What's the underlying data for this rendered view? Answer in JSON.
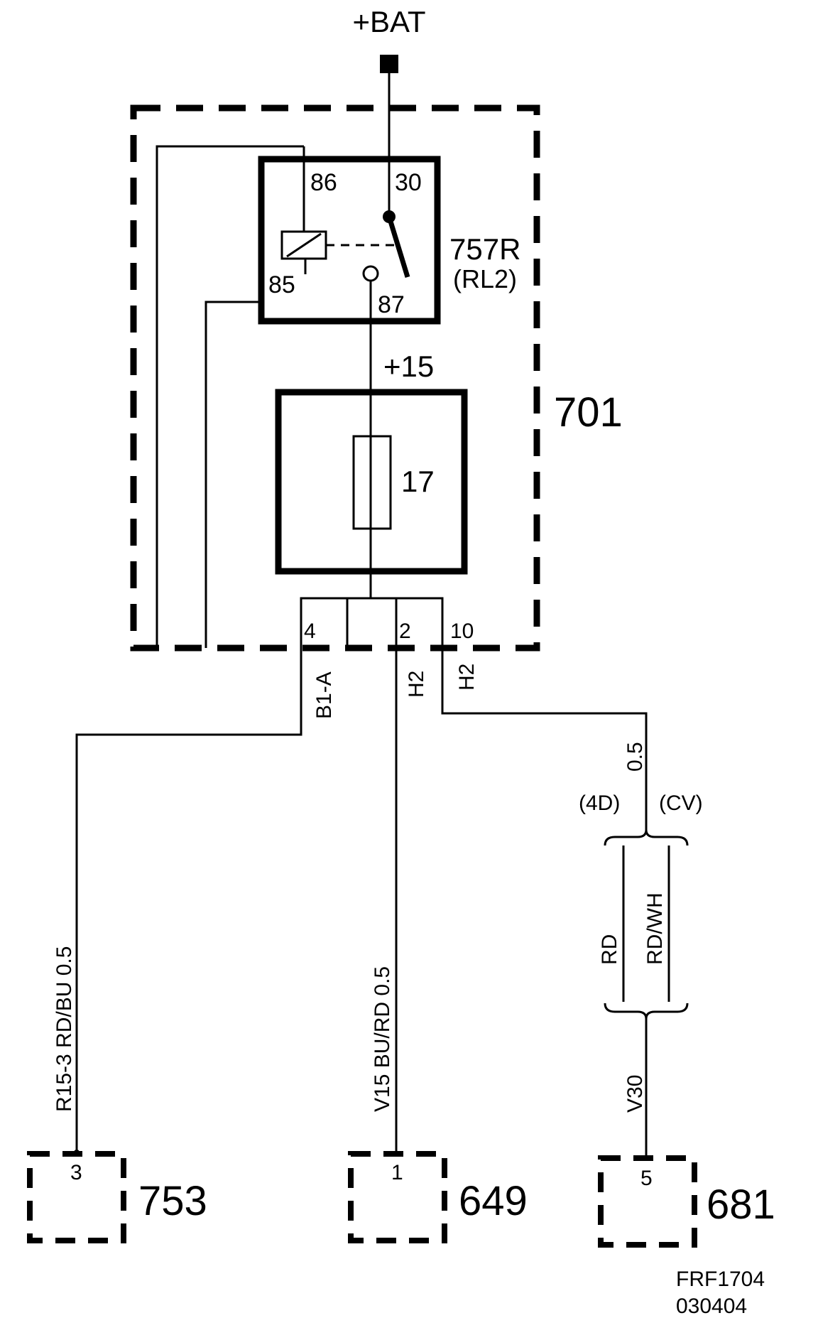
{
  "supply": {
    "label": "+BAT"
  },
  "relay": {
    "id": "757R",
    "alt": "(RL2)",
    "pins": {
      "p86": "86",
      "p30": "30",
      "p85": "85",
      "p87": "87"
    }
  },
  "feed": {
    "label": "+15"
  },
  "fuse": {
    "number": "17"
  },
  "box": {
    "id": "701"
  },
  "connector": {
    "pin_a": "4",
    "pin_b": "2",
    "pin_c": "10",
    "con_a": "B1-A",
    "con_b": "H2",
    "con_c": "H2"
  },
  "wires": {
    "left": "R15-3  RD/BU  0.5",
    "middle": "V15  BU/RD  0.5",
    "right_size": "0.5",
    "variant_left": "(4D)",
    "variant_right": "(CV)",
    "color_left": "RD",
    "color_right": "RD/WH",
    "right_code": "V30"
  },
  "components": [
    {
      "id": "753",
      "pin": "3"
    },
    {
      "id": "649",
      "pin": "1"
    },
    {
      "id": "681",
      "pin": "5"
    }
  ],
  "footer": {
    "code": "FRF1704",
    "date": "030404"
  }
}
